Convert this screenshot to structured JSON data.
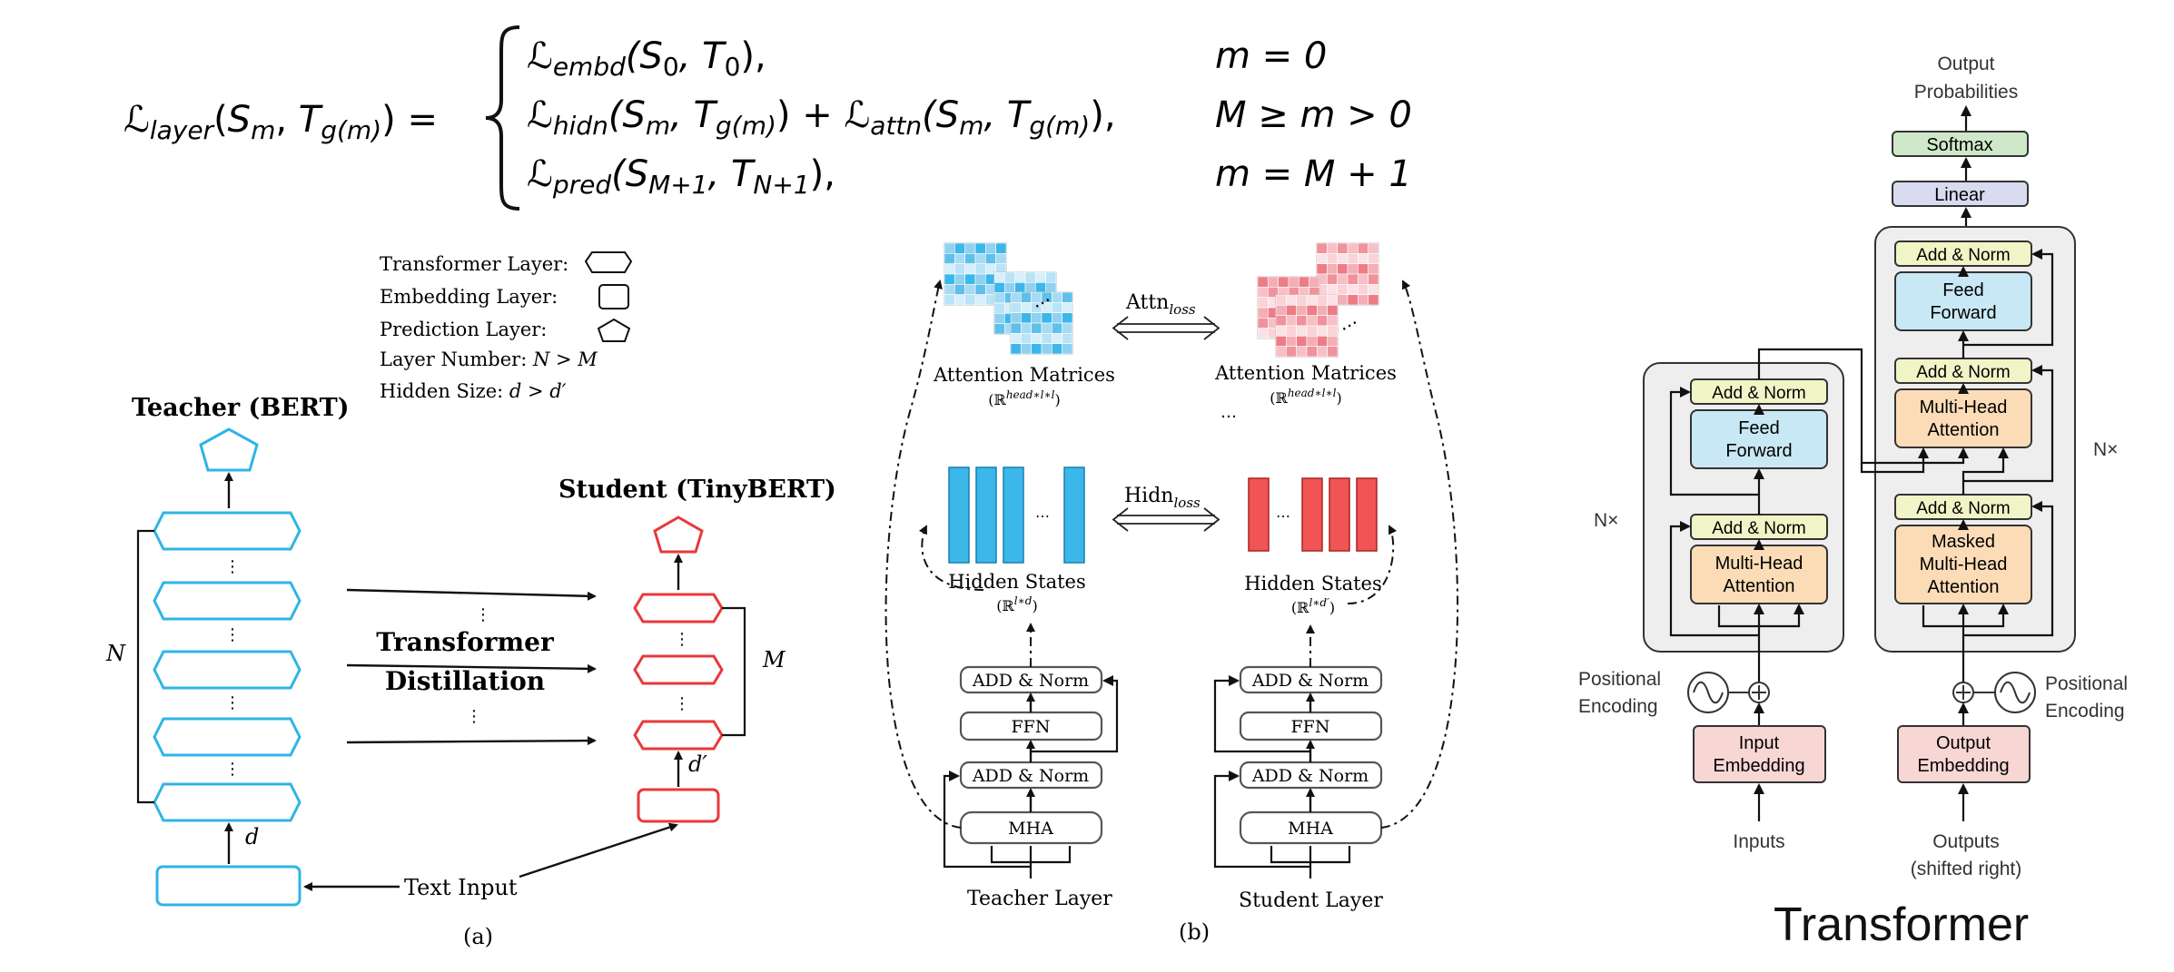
{
  "formula": {
    "lhs_L": "ℒ",
    "lhs_sub": "layer",
    "lhs_args_open": "(",
    "lhs_S": "S",
    "lhs_m": "m",
    "lhs_comma": ", ",
    "lhs_T": "T",
    "lhs_gm": "g(m)",
    "lhs_close": ")",
    "equals": " = ",
    "case1": {
      "L": "ℒ",
      "sub": "embd",
      "args": "(S",
      "s0": "0",
      "mid": ", T",
      "t0": "0",
      "end": "),",
      "cond": "m = 0"
    },
    "case2": {
      "L": "ℒ",
      "sub": "hidn",
      "args": "(S",
      "sm": "m",
      "mid": ", T",
      "tg": "g(m)",
      "plus": ") + ",
      "L2": "ℒ",
      "sub2": "attn",
      "args2": "(S",
      "sm2": "m",
      "mid2": ", T",
      "tg2": "g(m)",
      "end": "),",
      "cond": "M ≥ m > 0"
    },
    "case3": {
      "L": "ℒ",
      "sub": "pred",
      "args": "(S",
      "sm": "M+1",
      "mid": ", T",
      "tn": "N+1",
      "end": "),",
      "cond": "m = M + 1"
    }
  },
  "panel_a": {
    "legend": {
      "transformer": "Transformer Layer:",
      "embedding": "Embedding Layer:",
      "prediction": "Prediction Layer:",
      "layer_number_prefix": "Layer Number: ",
      "layer_number_expr": "N > M",
      "hidden_size_prefix": "Hidden Size: ",
      "hidden_size_expr": "d > d′"
    },
    "teacher_title": "Teacher (BERT)",
    "student_title": "Student (TinyBERT)",
    "teacher_dots": [
      "⋮",
      "⋮",
      "⋮",
      "⋮"
    ],
    "student_dots": [
      "⋮",
      "⋮"
    ],
    "center_dots": [
      "⋮",
      "⋮"
    ],
    "label_N": "N",
    "label_M": "M",
    "label_d": "d",
    "label_dprime": "d′",
    "distill_line1": "Transformer",
    "distill_line2": "Distillation",
    "text_input": "Text Input",
    "caption": "(a)"
  },
  "panel_b": {
    "attn_loss": "Attn",
    "attn_loss_sub": "loss",
    "hidn_loss": "Hidn",
    "hidn_loss_sub": "loss",
    "attention_matrices": "Attention Matrices",
    "attn_dim_teacher": "(ℝ",
    "attn_dim_teacher_sup": "head∗l∗l",
    "attn_dim_close": ")",
    "hidden_states": "Hidden States",
    "hidn_dim_teacher_sup": "l∗d",
    "hidn_dim_student_sup": "l∗d′",
    "dim_open": "(ℝ",
    "dim_close": ")",
    "dots": "…",
    "vdots": "⋮",
    "add_norm": "ADD & Norm",
    "ffn": "FFN",
    "mha": "MHA",
    "teacher_layer": "Teacher Layer",
    "student_layer": "Student Layer",
    "caption": "(b)",
    "colors": {
      "teacher": "#3bb7ea",
      "student": "#f05454"
    }
  },
  "transformer": {
    "output_probabilities_1": "Output",
    "output_probabilities_2": "Probabilities",
    "softmax": "Softmax",
    "linear": "Linear",
    "add_norm": "Add & Norm",
    "feed_forward_1": "Feed",
    "feed_forward_2": "Forward",
    "multi_head_1": "Multi-Head",
    "multi_head_2": "Attention",
    "masked_1": "Masked",
    "masked_2": "Multi-Head",
    "masked_3": "Attention",
    "nx": "N×",
    "positional_1": "Positional",
    "positional_2": "Encoding",
    "input_embedding_1": "Input",
    "input_embedding_2": "Embedding",
    "output_embedding_1": "Output",
    "output_embedding_2": "Embedding",
    "inputs": "Inputs",
    "outputs_1": "Outputs",
    "outputs_2": "(shifted right)",
    "title": "Transformer",
    "colors": {
      "softmax": "#cfe8c9",
      "linear": "#d9dcf0",
      "add_norm": "#f1f4c6",
      "feed_forward": "#c9e8f5",
      "attention": "#fbdcb6",
      "embedding": "#f8d6d4",
      "stack": "#eeeeee"
    }
  }
}
